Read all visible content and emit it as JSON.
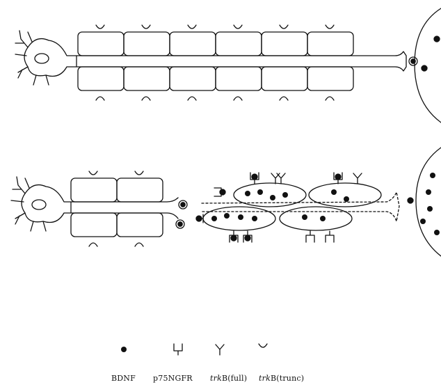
{
  "legend": {
    "bdnf": "BDNF",
    "p75": "p75NGFR",
    "trkb_full_prefix": "trk",
    "trkb_full_suffix": "B(full)",
    "trkb_trunc_prefix": "trk",
    "trkb_trunc_suffix": "B(trunc)"
  },
  "colors": {
    "ink": "#111111",
    "background": "#ffffff"
  },
  "icons": [
    "neuron-soma",
    "bdnf-dot-icon",
    "p75ngfr-receptor-icon",
    "trkb-full-receptor-icon",
    "trkb-trunc-receptor-icon",
    "target-cell"
  ]
}
